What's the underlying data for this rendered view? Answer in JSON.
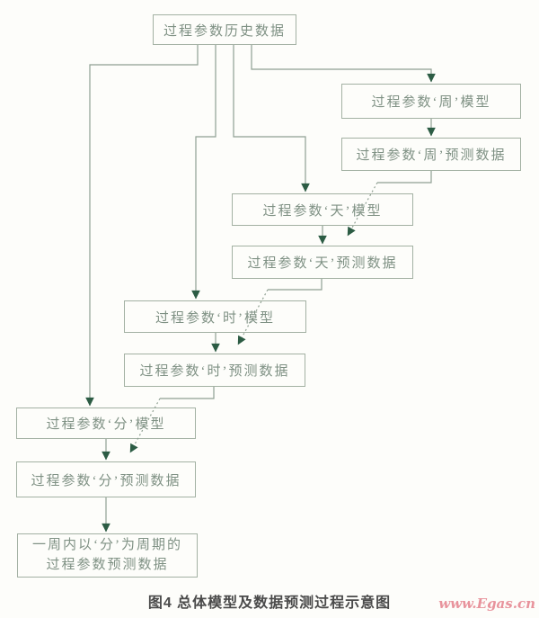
{
  "diagram": {
    "nodes": {
      "history": {
        "label": "过程参数历史数据"
      },
      "week_model": {
        "label": "过程参数‘周’模型"
      },
      "week_pred": {
        "label": "过程参数‘周’预测数据"
      },
      "day_model": {
        "label": "过程参数‘天’模型"
      },
      "day_pred": {
        "label": "过程参数‘天’预测数据"
      },
      "hour_model": {
        "label": "过程参数‘时’模型"
      },
      "hour_pred": {
        "label": "过程参数‘时’预测数据"
      },
      "min_model": {
        "label": "过程参数‘分’模型"
      },
      "min_pred": {
        "label": "过程参数‘分’预测数据"
      },
      "final": {
        "label_line1": "一周内以‘分’为周期的",
        "label_line2": "过程参数预测数据"
      }
    },
    "caption": "图4 总体模型及数据预测过程示意图",
    "watermark": "www.Egas.cn",
    "colors": {
      "box_border": "#a3b1a3",
      "box_text": "#7f9184",
      "line": "#8fa092",
      "arrow": "#2c5c44",
      "caption_text": "#4a4a4a",
      "watermark_text": "#e8939c"
    }
  }
}
